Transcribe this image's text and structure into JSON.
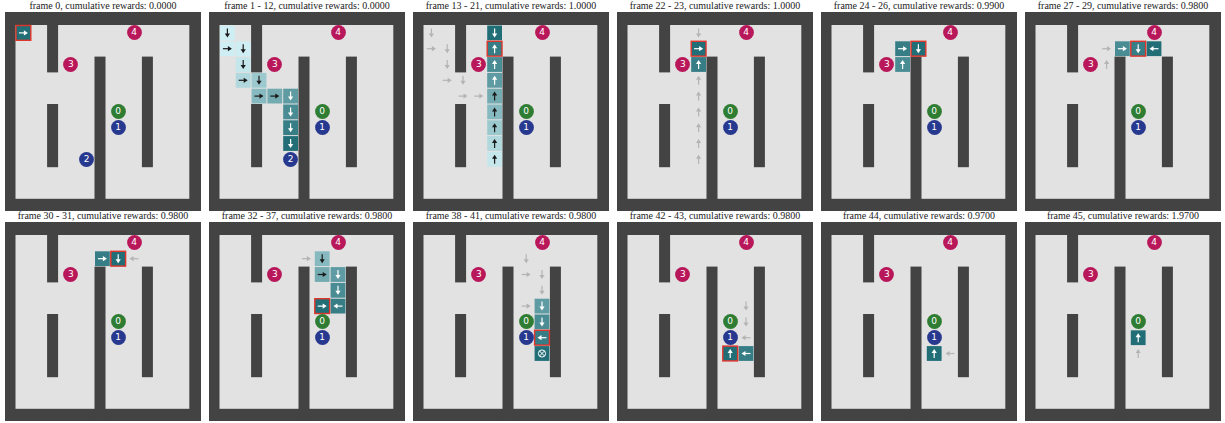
{
  "diagram": {
    "nodes": [
      {
        "text": [
          "frame 0, cumulative rewards: 0.0000"
        ]
      },
      {
        "text": [
          "4"
        ],
        "in": 0
      },
      {
        "text": [
          "3"
        ],
        "in": 0
      },
      {
        "text": [
          "0"
        ],
        "in": 0
      },
      {
        "text": [
          "1"
        ],
        "in": 0
      },
      {
        "text": [
          "2"
        ],
        "in": 0
      },
      {
        "text": [
          "frame 1 - 12, cumulative rewards: 0.0000"
        ]
      },
      {
        "text": [
          "4"
        ],
        "in": 6
      },
      {
        "text": [
          "3"
        ],
        "in": 6
      },
      {
        "text": [
          "0"
        ],
        "in": 6
      },
      {
        "text": [
          "1"
        ],
        "in": 6
      },
      {
        "text": [
          "2"
        ],
        "in": 6
      },
      {
        "text": [
          "frame 13 - 21, cumulative rewards: 1.0000"
        ]
      },
      {
        "text": [
          "4"
        ],
        "in": 12
      },
      {
        "text": [
          "3"
        ],
        "in": 12
      },
      {
        "text": [
          "0"
        ],
        "in": 12
      },
      {
        "text": [
          "1"
        ],
        "in": 12
      },
      {
        "text": [
          "frame 22 - 23, cumulative rewards: 1.0000"
        ]
      },
      {
        "text": [
          "4"
        ],
        "in": 17
      },
      {
        "text": [
          "3"
        ],
        "in": 17
      },
      {
        "text": [
          "0"
        ],
        "in": 17
      },
      {
        "text": [
          "1"
        ],
        "in": 17
      },
      {
        "text": [
          "frame 24 - 26, cumulative rewards: 0.9900"
        ]
      },
      {
        "text": [
          "4"
        ],
        "in": 22
      },
      {
        "text": [
          "3"
        ],
        "in": 22
      },
      {
        "text": [
          "0"
        ],
        "in": 22
      },
      {
        "text": [
          "1"
        ],
        "in": 22
      },
      {
        "text": [
          "frame 27 - 29, cumulative rewards: 0.9800"
        ]
      },
      {
        "text": [
          "4"
        ],
        "in": 27
      },
      {
        "text": [
          "3"
        ],
        "in": 27
      },
      {
        "text": [
          "0"
        ],
        "in": 27
      },
      {
        "text": [
          "1"
        ],
        "in": 27
      },
      {
        "text": [
          "frame 30 - 31, cumulative rewards: 0.9800"
        ]
      },
      {
        "text": [
          "4"
        ],
        "in": 32
      },
      {
        "text": [
          "3"
        ],
        "in": 32
      },
      {
        "text": [
          "0"
        ],
        "in": 32
      },
      {
        "text": [
          "1"
        ],
        "in": 32
      },
      {
        "text": [
          "frame 32 - 37, cumulative rewards: 0.9800"
        ]
      },
      {
        "text": [
          "4"
        ],
        "in": 37
      },
      {
        "text": [
          "3"
        ],
        "in": 37
      },
      {
        "text": [
          "0"
        ],
        "in": 37
      },
      {
        "text": [
          "1"
        ],
        "in": 37
      },
      {
        "text": [
          "frame 38 - 41, cumulative rewards: 0.9800"
        ]
      },
      {
        "text": [
          "4"
        ],
        "in": 42
      },
      {
        "text": [
          "3"
        ],
        "in": 42
      },
      {
        "text": [
          "0"
        ],
        "in": 42
      },
      {
        "text": [
          "1"
        ],
        "in": 42
      },
      {
        "text": [
          "frame 42 - 43, cumulative rewards: 0.9800"
        ]
      },
      {
        "text": [
          "4"
        ],
        "in": 47
      },
      {
        "text": [
          "3"
        ],
        "in": 47
      },
      {
        "text": [
          "0"
        ],
        "in": 47
      },
      {
        "text": [
          "1"
        ],
        "in": 47
      },
      {
        "text": [
          "frame 44, cumulative rewards: 0.9700"
        ]
      },
      {
        "text": [
          "4"
        ],
        "in": 52
      },
      {
        "text": [
          "3"
        ],
        "in": 52
      },
      {
        "text": [
          "0"
        ],
        "in": 52
      },
      {
        "text": [
          "1"
        ],
        "in": 52
      },
      {
        "text": [
          "frame 45, cumulative rewards: 1.9700"
        ]
      },
      {
        "text": [
          "4"
        ],
        "in": 57
      },
      {
        "text": [
          "3"
        ],
        "in": 57
      },
      {
        "text": [
          "0"
        ],
        "in": 57
      }
    ]
  }
}
